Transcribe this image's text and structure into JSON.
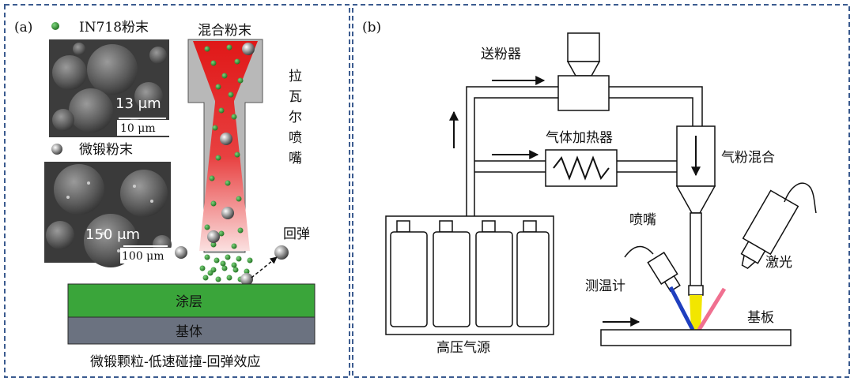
{
  "panel_a": {
    "label": "(a)",
    "legend_in718": "IN718粉末",
    "legend_micro": "微锻粉末",
    "sem1_size": "13 μm",
    "sem1_scale": "10 μm",
    "sem2_size": "150 μm",
    "sem2_scale": "100 μm",
    "mixed_powder": "混合粉末",
    "nozzle_chars": [
      "拉",
      "瓦",
      "尔",
      "喷",
      "嘴"
    ],
    "rebound": "回弹",
    "coating": "涂层",
    "substrate": "基体",
    "caption": "微锻颗粒-低速碰撞-回弹效应",
    "colors": {
      "in718": "#2e8b2e",
      "coating": "#3aa53a",
      "substrate": "#6b7280",
      "jet": "#e02020"
    }
  },
  "panel_b": {
    "label": "(b)",
    "powder_feeder": "送粉器",
    "gas_heater": "气体加热器",
    "gas_powder_mix": "气粉混合",
    "nozzle": "喷嘴",
    "laser": "激光",
    "thermometer": "测温计",
    "substrate": "基板",
    "gas_source": "高压气源",
    "colors": {
      "thermo_line": "#1f3fbf",
      "laser_line": "#f07090",
      "spray": "#f2e600"
    }
  },
  "frame_color": "#3b5b8f"
}
